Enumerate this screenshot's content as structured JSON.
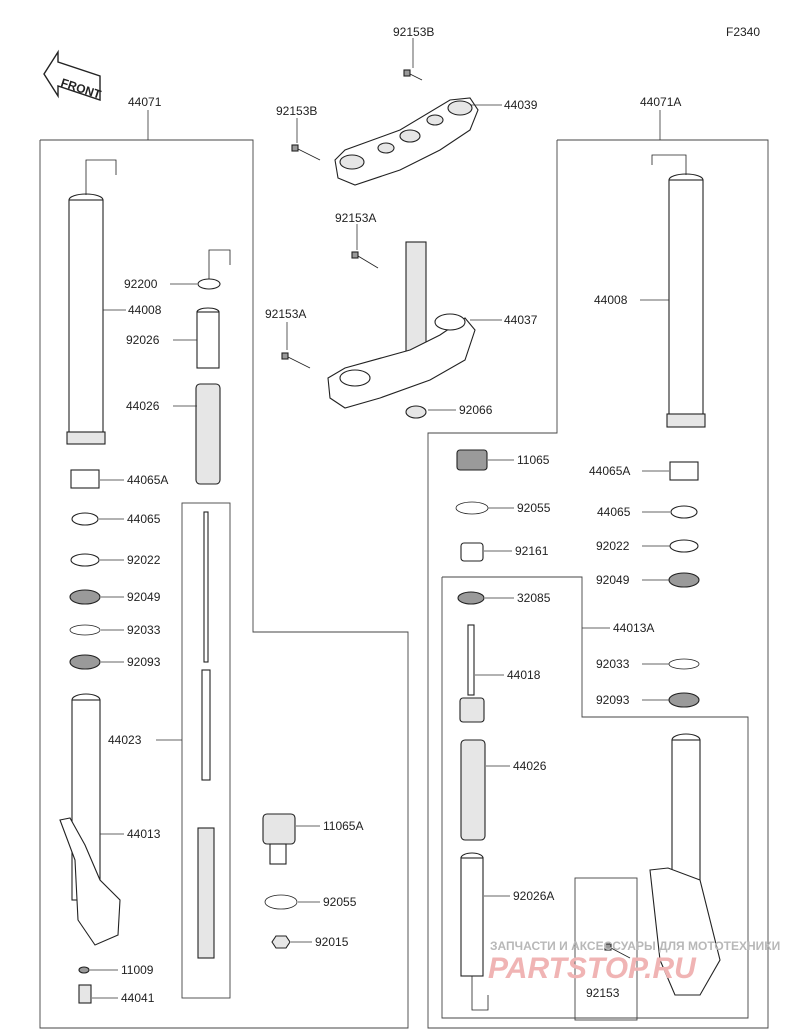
{
  "figure_code": "F2340",
  "front_label": "FRONT",
  "watermark": {
    "line1": "ЗАПЧАСТИ И АКСЕССУАРЫ ДЛЯ МОТОТЕХНИКИ",
    "line2": "PARTSTOP.RU"
  },
  "callouts": {
    "c44071": "44071",
    "c44071a": "44071A",
    "c92153b_top": "92153B",
    "c92153b_left": "92153B",
    "c44039": "44039",
    "c92153a_top": "92153A",
    "c92153a_left": "92153A",
    "c44037": "44037",
    "c92066": "92066",
    "c92200": "92200",
    "c44008_l": "44008",
    "c92026": "92026",
    "c44026_l": "44026",
    "c44065a_l": "44065A",
    "c44065_l": "44065",
    "c92022_l": "92022",
    "c92049_l": "92049",
    "c92033_l": "92033",
    "c92093_l": "92093",
    "c44023": "44023",
    "c44013": "44013",
    "c11009": "11009",
    "c44041": "44041",
    "c11065a": "11065A",
    "c92055_m": "92055",
    "c92015": "92015",
    "c44008_r": "44008",
    "c11065": "11065",
    "c92055_r": "92055",
    "c92161": "92161",
    "c44065a_r": "44065A",
    "c44065_r": "44065",
    "c92022_r": "92022",
    "c92049_r": "92049",
    "c32085": "32085",
    "c44013a": "44013A",
    "c44018": "44018",
    "c92033_r": "92033",
    "c92093_r": "92093",
    "c44026_r": "44026",
    "c92026a": "92026A",
    "c92153": "92153"
  }
}
